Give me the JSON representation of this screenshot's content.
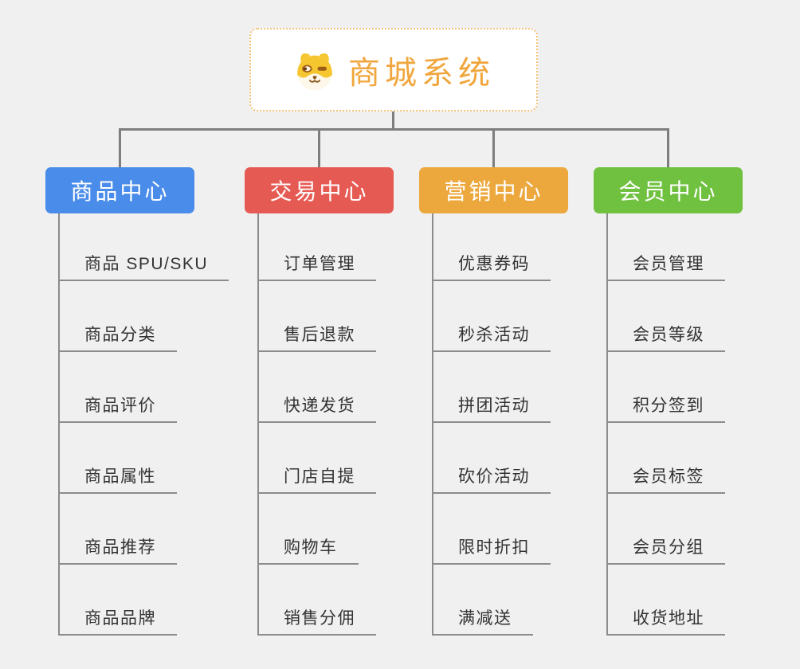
{
  "background": "#F0F0F0",
  "connector_color": "#7E7E7E",
  "underline_color": "#8C8C8C",
  "root": {
    "title": "商城系统",
    "title_color": "#F0A63C",
    "border_color": "#F2C176",
    "icon": "dog-face-icon"
  },
  "branches": [
    {
      "label": "商品中心",
      "color": "#4A8CEA",
      "children": [
        "商品 SPU/SKU",
        "商品分类",
        "商品评价",
        "商品属性",
        "商品推荐",
        "商品品牌"
      ]
    },
    {
      "label": "交易中心",
      "color": "#E65A54",
      "children": [
        "订单管理",
        "售后退款",
        "快递发货",
        "门店自提",
        "购物车",
        "销售分佣"
      ]
    },
    {
      "label": "营销中心",
      "color": "#ECA83D",
      "children": [
        "优惠券码",
        "秒杀活动",
        "拼团活动",
        "砍价活动",
        "限时折扣",
        "满减送"
      ]
    },
    {
      "label": "会员中心",
      "color": "#6FC13F",
      "children": [
        "会员管理",
        "会员等级",
        "积分签到",
        "会员标签",
        "会员分组",
        "收货地址"
      ]
    }
  ]
}
